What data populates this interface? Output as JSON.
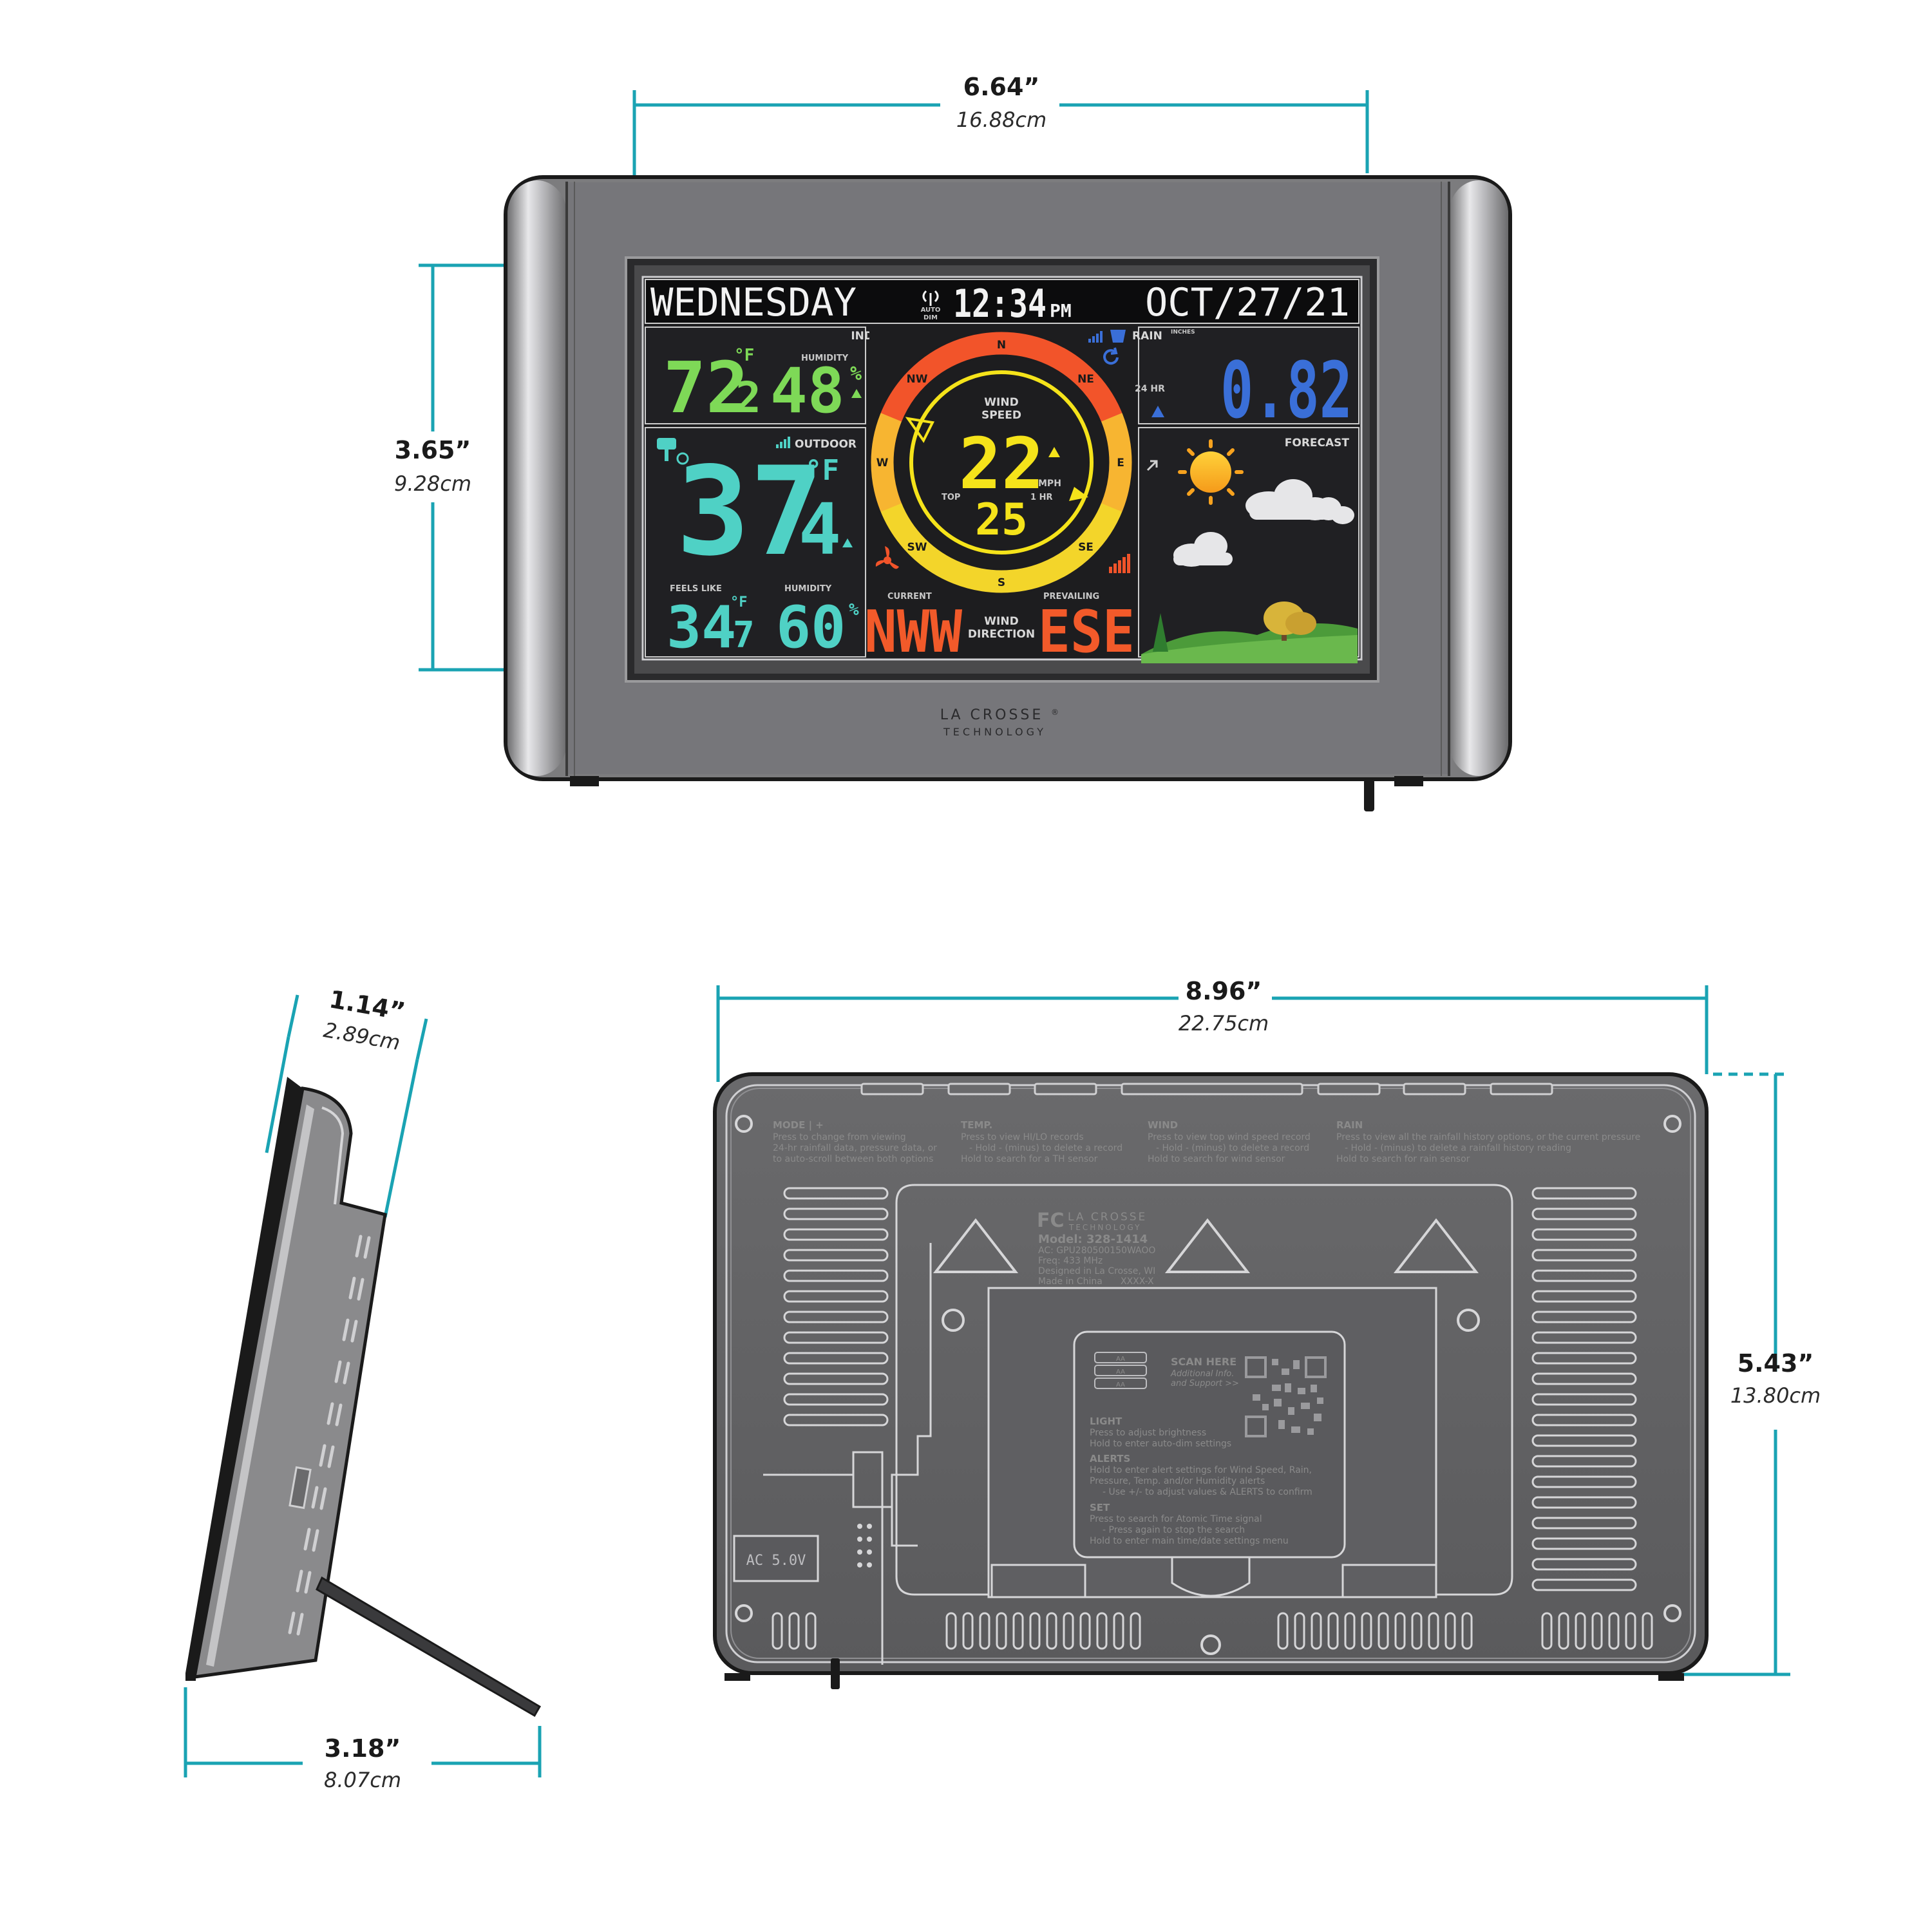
{
  "dimensions": {
    "front_width": {
      "inches": "6.64”",
      "cm": "16.88cm"
    },
    "front_height": {
      "inches": "3.65”",
      "cm": "9.28cm"
    },
    "side_depth_top": {
      "inches": "1.14”",
      "cm": "2.89cm"
    },
    "side_depth_base": {
      "inches": "3.18”",
      "cm": "8.07cm"
    },
    "back_width": {
      "inches": "8.96”",
      "cm": "22.75cm"
    },
    "back_height": {
      "inches": "5.43”",
      "cm": "13.80cm"
    }
  },
  "colors": {
    "dimension_line": "#1aa3b3",
    "indoor_green": "#7ed957",
    "outdoor_teal": "#4fd1c5",
    "rain_blue": "#3a6fd8",
    "wind_yellow": "#f5e31a",
    "direction_red": "#f25a2a",
    "lcd_background": "#1d1d1f",
    "case_gray": "#7a7a7c"
  },
  "display": {
    "day": "WEDNESDAY",
    "time": "12:34",
    "time_suffix": "PM",
    "auto_dim_top": "AUTO",
    "auto_dim_bottom": "DIM",
    "date": "OCT/27/21",
    "indoor": {
      "label": "INDOOR",
      "temp_main": "72",
      "temp_decimal": "2",
      "temp_unit": "°F",
      "humidity_label": "HUMIDITY",
      "humidity": "48",
      "humidity_unit": "%"
    },
    "outdoor": {
      "label": "OUTDOOR",
      "temp_main": "37",
      "temp_decimal": "4",
      "temp_unit": "°F",
      "feels_like_label": "FEELS LIKE",
      "feels_like_main": "34",
      "feels_like_decimal": "7",
      "feels_like_unit": "°F",
      "humidity_label": "HUMIDITY",
      "humidity": "60",
      "humidity_unit": "%"
    },
    "wind": {
      "speed_label_1": "WIND",
      "speed_label_2": "SPEED",
      "speed": "22",
      "unit": "MPH",
      "top_label": "TOP",
      "hour_label": "1 HR",
      "top_speed": "25",
      "compass": [
        "N",
        "NE",
        "E",
        "SE",
        "S",
        "SW",
        "W",
        "NW"
      ],
      "current_label": "CURRENT",
      "current_direction": "NWW",
      "direction_label_1": "WIND",
      "direction_label_2": "DIRECTION",
      "prevailing_label": "PREVAILING",
      "prevailing_direction": "ESE"
    },
    "rain": {
      "label": "RAIN",
      "unit": "INCHES",
      "period": "24 HR",
      "value": "0.82"
    },
    "forecast": {
      "label": "FORECAST"
    }
  },
  "brand": {
    "name": "LA CROSSE",
    "registered": "®",
    "tagline": "TECHNOLOGY"
  },
  "back_panel": {
    "mode": {
      "title": "MODE | +",
      "lines": [
        "Press to change from viewing",
        "24-hr rainfall data, pressure data, or",
        "to auto-scroll between both options"
      ]
    },
    "temp": {
      "title": "TEMP.",
      "lines": [
        "Press to view HI/LO records",
        "- Hold - (minus) to delete a record",
        "Hold to search for a TH sensor"
      ]
    },
    "wind": {
      "title": "WIND",
      "lines": [
        "Press to view top wind speed record",
        "- Hold - (minus) to delete a record",
        "Hold to search for wind sensor"
      ]
    },
    "rain": {
      "title": "RAIN",
      "lines": [
        "Press to view all the rainfall history options, or the current pressure",
        "- Hold - (minus) to delete a rainfall history reading",
        "Hold to search for rain sensor"
      ]
    },
    "label": {
      "fcc": "FC",
      "model": "Model: 328-1414",
      "ac": "AC: GPU280500150WAOO",
      "freq": "Freq: 433 MHz",
      "designed": "Designed in La Crosse, WI",
      "made": "Made in China",
      "batch": "XXXX-X"
    },
    "battery_labels": [
      "AA",
      "AA",
      "AA"
    ],
    "scan_here": "SCAN HERE",
    "scan_sub_1": "Additional Info.",
    "scan_sub_2": "and Support >>",
    "light": {
      "title": "LIGHT",
      "lines": [
        "Press to adjust brightness",
        "Hold to enter auto-dim settings"
      ]
    },
    "alerts": {
      "title": "ALERTS",
      "lines": [
        "Hold to enter alert settings for Wind Speed, Rain,",
        "Pressure, Temp. and/or Humidity alerts",
        "- Use +/- to adjust values & ALERTS to confirm"
      ]
    },
    "set": {
      "title": "SET",
      "lines": [
        "Press to search for Atomic Time signal",
        "- Press again to stop the search",
        "Hold to enter main time/date settings menu"
      ]
    },
    "power": "AC 5.0V"
  }
}
